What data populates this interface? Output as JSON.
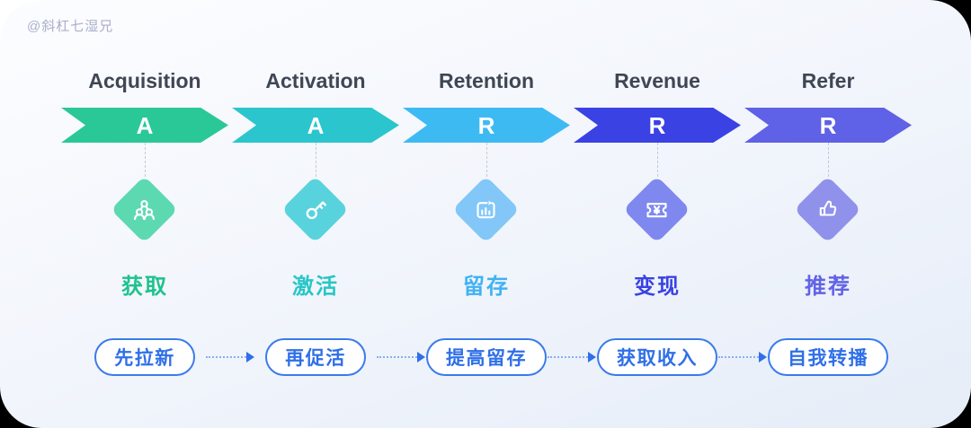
{
  "watermark": "@斜杠七湿兄",
  "funnel": {
    "stages": [
      {
        "title": "Acquisition",
        "letter": "A",
        "label": "获取",
        "icon": "team-icon",
        "arrow_color": "#2BC897",
        "diamond_color": "#5CD9B0",
        "label_color": "#1EC28D"
      },
      {
        "title": "Activation",
        "letter": "A",
        "label": "激活",
        "icon": "key-icon",
        "arrow_color": "#2BC5CD",
        "diamond_color": "#58D3DD",
        "label_color": "#27C6C6"
      },
      {
        "title": "Retention",
        "letter": "R",
        "label": "留存",
        "icon": "chart-cycle-icon",
        "arrow_color": "#3EBAF3",
        "diamond_color": "#82C7F8",
        "label_color": "#41B2F2"
      },
      {
        "title": "Revenue",
        "letter": "R",
        "label": "变现",
        "icon": "ticket-yen-icon",
        "arrow_color": "#3A42E4",
        "diamond_color": "#7E88EF",
        "label_color": "#3A42E4"
      },
      {
        "title": "Refer",
        "letter": "R",
        "label": "推荐",
        "icon": "thumbs-up-icon",
        "arrow_color": "#5F61E6",
        "diamond_color": "#9091EB",
        "label_color": "#6163E6"
      }
    ]
  },
  "flow": {
    "steps": [
      {
        "label": "先拉新"
      },
      {
        "label": "再促活"
      },
      {
        "label": "提高留存"
      },
      {
        "label": "获取收入"
      },
      {
        "label": "自我转播"
      }
    ],
    "pill_border_color": "#3A7BEB",
    "pill_text_color": "#2F6FE8",
    "connector_color": "#2F6FE8"
  }
}
